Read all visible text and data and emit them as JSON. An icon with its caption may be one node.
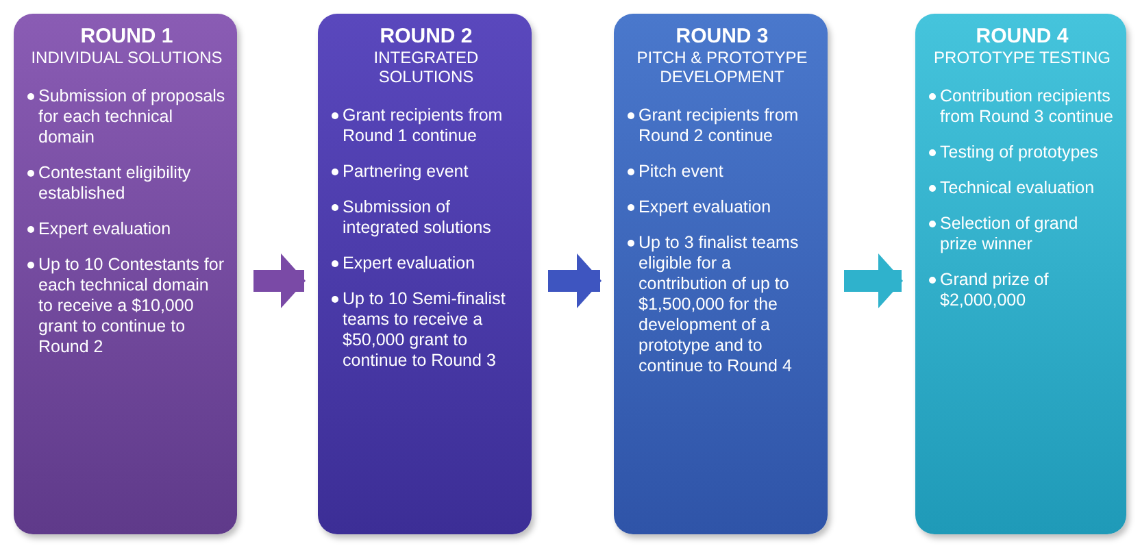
{
  "diagram": {
    "nodes": [
      {
        "text": [
          "ROUND 1",
          "INDIVIDUAL SOLUTIONS",
          "Submission of proposals for each technical domain",
          "Contestant eligibility established",
          "Expert evaluation",
          "Up to 10 Contestants for each technical domain to receive a $10,000 grant to continue to Round 2"
        ]
      },
      {
        "text": [
          "ROUND 2",
          "INTEGRATED SOLUTIONS",
          "Grant recipients from Round 1 continue",
          "Partnering event",
          "Submission of integrated solutions",
          "Expert evaluation",
          "Up to 10 Semi-finalist teams to receive a $50,000 grant to continue to Round 3"
        ]
      },
      {
        "text": [
          "ROUND 3",
          "PITCH & PROTOTYPE DEVELOPMENT",
          "Grant recipients from Round 2 continue",
          "Pitch event",
          "Expert evaluation",
          "Up to 3 finalist teams eligible for a contribution of up to $1,500,000 for the development of a prototype and to continue to Round 4"
        ]
      },
      {
        "text": [
          "ROUND 4",
          "PROTOTYPE TESTING",
          "Contribution recipients from Round 3 continue",
          "Testing of prototypes",
          "Technical evaluation",
          "Selection of grand prize winner",
          "Grand prize of $2,000,000"
        ]
      }
    ],
    "edges": [
      {
        "from": 0,
        "to": 1,
        "arrow": "to",
        "color": "#7a4aa6"
      },
      {
        "from": 1,
        "to": 2,
        "arrow": "to",
        "color": "#3e55c0"
      },
      {
        "from": 2,
        "to": 3,
        "arrow": "to",
        "color": "#2fb2cc"
      }
    ]
  }
}
